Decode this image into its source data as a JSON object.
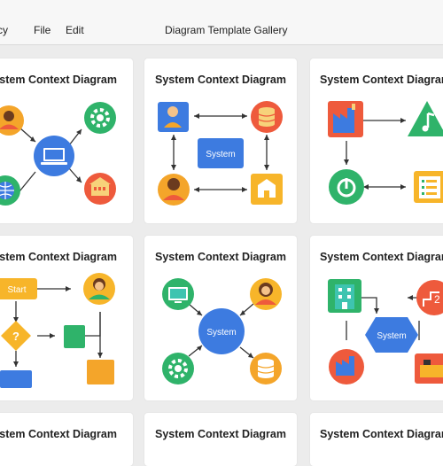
{
  "menu": {
    "items": [
      "cy",
      "File",
      "Edit"
    ],
    "title": "Diagram Template Gallery"
  },
  "cards": [
    {
      "title": "System Context Diagram"
    },
    {
      "title": "System Context Diagram"
    },
    {
      "title": "System Context Diagram"
    },
    {
      "title": "System Context Diagram"
    },
    {
      "title": "System Context Diagram"
    },
    {
      "title": "System Context Diagram"
    },
    {
      "title": "System Context Diagram"
    },
    {
      "title": "System Context Diagram"
    },
    {
      "title": "System Context Diagram"
    }
  ],
  "labels": {
    "system": "System",
    "start": "Start"
  },
  "colors": {
    "orange": "#f4a52a",
    "blue": "#3d7be0",
    "green": "#2fb36a",
    "red": "#ee5a3c",
    "yellow": "#f7b52a",
    "teal": "#3ec4b0"
  }
}
